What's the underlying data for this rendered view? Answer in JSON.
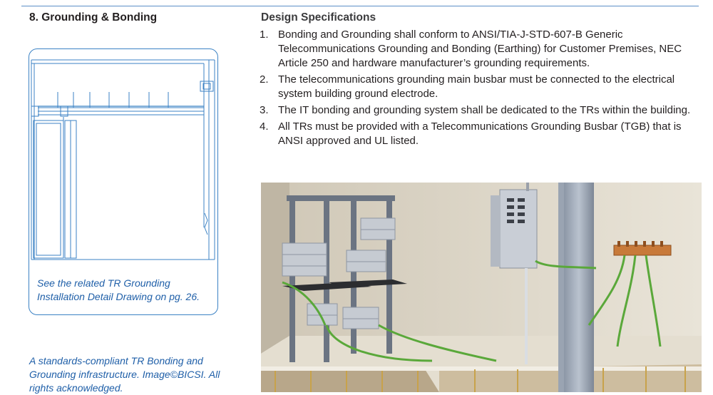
{
  "section_title": "8. Grounding & Bonding",
  "spec_heading": "Design Specifications",
  "specs": [
    {
      "num": "1.",
      "text": "Bonding and Grounding shall conform to ANSI/TIA-J-STD-607-B Generic Telecommunications Grounding and Bonding (Earthing) for Customer Premises, NEC Article 250 and hardware manufacturer’s grounding requirements."
    },
    {
      "num": "2.",
      "text": "The telecommunications grounding main busbar must be connected to the electrical system building ground electrode."
    },
    {
      "num": "3.",
      "text": "The IT bonding and grounding system shall be dedicated to the TRs within the building."
    },
    {
      "num": "4.",
      "text": "All TRs must be provided with a Telecommunications Grounding Busbar (TGB) that is ANSI approved and UL listed."
    }
  ],
  "drawing_caption": "See the related TR Grounding Installation Detail Drawing on pg. 26.",
  "bottom_caption": "A standards-compliant TR Bonding and Grounding infrastructure. Image©BICSI. All rights acknowledged.",
  "colors": {
    "accent_blue": "#1f5fa8",
    "rule_blue": "#5b8fc7",
    "ground_wire_green": "#5aa83a",
    "busbar_copper": "#c87a3a"
  }
}
